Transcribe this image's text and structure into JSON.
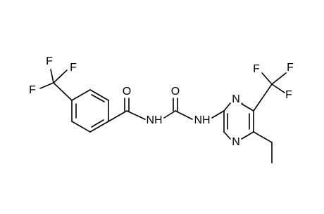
{
  "structure": {
    "atom_labels": {
      "f_left_top": "F",
      "f_left_right": "F",
      "f_left_left": "F",
      "o_carbonyl_1": "O",
      "nh_1": "NH",
      "o_carbonyl_2": "O",
      "nh_2": "NH",
      "n_ring_top": "N",
      "n_ring_bottom": "N",
      "f_right_top": "F",
      "f_right_right": "F",
      "f_right_left": "F"
    }
  }
}
